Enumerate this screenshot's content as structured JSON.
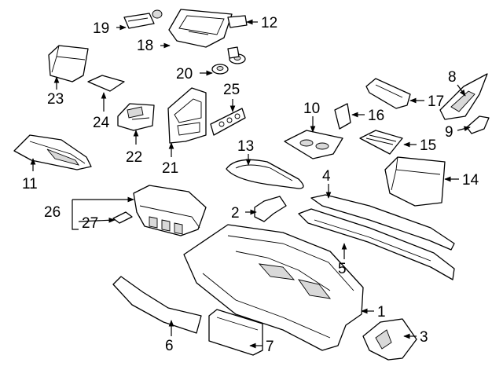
{
  "callouts": {
    "c1": "1",
    "c2": "2",
    "c3": "3",
    "c4": "4",
    "c5": "5",
    "c6": "6",
    "c7": "7",
    "c8": "8",
    "c9": "9",
    "c10": "10",
    "c11": "11",
    "c12": "12",
    "c13": "13",
    "c14": "14",
    "c15": "15",
    "c16": "16",
    "c17": "17",
    "c18": "18",
    "c19": "19",
    "c20": "20",
    "c21": "21",
    "c22": "22",
    "c23": "23",
    "c24": "24",
    "c25": "25",
    "c26": "26",
    "c27": "27"
  },
  "colors": {
    "line": "#000000",
    "fill": "#ffffff",
    "shade": "#d9d9d9"
  }
}
